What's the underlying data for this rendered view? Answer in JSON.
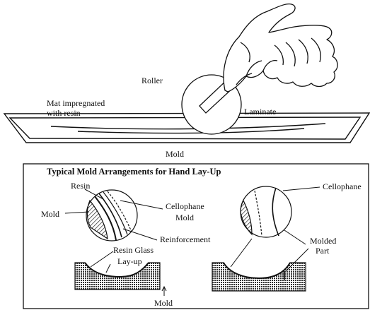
{
  "top": {
    "roller": "Roller",
    "mat_line1": "Mat impregnated",
    "mat_line2": "with resin",
    "laminate": "Laminate",
    "mold": "Mold"
  },
  "panel": {
    "title": "Typical Mold Arrangements for Hand Lay-Up",
    "left": {
      "resin": "Resin",
      "mold": "Mold",
      "cellophane": "Cellophane",
      "mold2": "Mold",
      "reinforcement": "Reinforcement",
      "resin_glass": "Resin Glass",
      "layup": "Lay-up"
    },
    "right": {
      "cellophane": "Cellophane",
      "molded": "Molded",
      "part": "Part"
    },
    "bottom_mold": "Mold"
  }
}
